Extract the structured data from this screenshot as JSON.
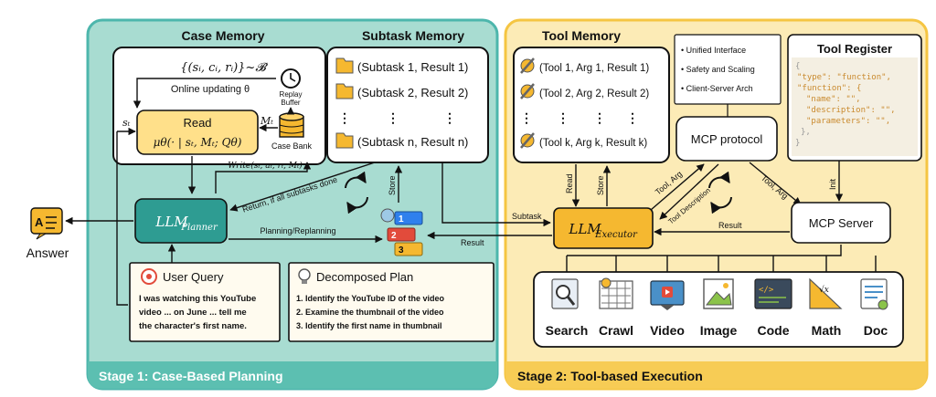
{
  "stage1": {
    "title": "Stage 1: Case-Based Planning",
    "case_memory": {
      "title": "Case Memory",
      "sample_formula": "{(sᵢ, cᵢ, rᵢ)}~𝓑",
      "online_update": "Online updating θ",
      "replay_buffer_l1": "Replay",
      "replay_buffer_l2": "Buffer",
      "read_label": "Read",
      "read_formula": "μθ(· | sₜ, Mₜ; Qθ)",
      "s_t": "sₜ",
      "M_t": "Mₜ",
      "case_bank": "Case Bank",
      "write_label": "Write(sₜ, aₜ, rₜ, Mₜ)"
    },
    "subtask_memory": {
      "title": "Subtask Memory",
      "rows": [
        "(Subtask 1, Result 1)",
        "(Subtask 2, Result 2)",
        "(Subtask n, Result n)"
      ],
      "dots": "⋮"
    },
    "planner": {
      "label": "LLM",
      "sub": "Planner"
    },
    "answer": "Answer",
    "return_label": "Return, if all subtasks done",
    "planning_label": "Planning/Replanning",
    "store_label": "Store",
    "result_label": "Result",
    "user_query": {
      "title": "User Query",
      "lines": [
        "I was watching this YouTube",
        "video ... on June ... tell me",
        "the character's first name."
      ]
    },
    "decomposed_plan": {
      "title": "Decomposed Plan",
      "lines": [
        "1. Identify the YouTube ID of the video",
        "2. Examine the thumbnail of the video",
        "3. Identify the first name in thumbnail"
      ]
    }
  },
  "stage2": {
    "title": "Stage 2: Tool-based Execution",
    "tool_memory": {
      "title": "Tool Memory",
      "rows": [
        "(Tool 1, Arg 1, Result 1)",
        "(Tool 2, Arg 2, Result 2)",
        "(Tool k, Arg k, Result k)"
      ],
      "dots": "⋮"
    },
    "features": [
      "Unified Interface",
      "Safety and Scaling",
      "Client-Server Arch"
    ],
    "mcp_protocol": "MCP protocol",
    "tool_register": {
      "title": "Tool Register",
      "code": [
        "{",
        "\"type\": \"function\",",
        "\"function\": {",
        "\"name\": \"\",",
        "\"description\": \"\",",
        "\"parameters\": \"\",",
        "},",
        "}"
      ]
    },
    "executor": {
      "label": "LLM",
      "sub": "Executor"
    },
    "mcp_server": "MCP Server",
    "read_label": "Read",
    "store_label": "Store",
    "tool_arg_label": "Tool, Arg",
    "tool_desc_label": "Tool Description",
    "tool_arg2_label": "Tool, Arg",
    "init_label": "Init",
    "result_label": "Result",
    "subtask_label": "Subtask",
    "tools": [
      "Search",
      "Crawl",
      "Video",
      "Image",
      "Code",
      "Math",
      "Doc"
    ]
  },
  "colors": {
    "stage1_bg": "#A8DCD1",
    "stage1_border": "#4DB6AC",
    "stage1_band": "#5CBFB1",
    "stage2_bg": "#FCEBB6",
    "stage2_border": "#F5C542",
    "stage2_band": "#F7CC55",
    "planner": "#2E9C92",
    "executor": "#F5B830",
    "read_box": "#FFE08A"
  }
}
